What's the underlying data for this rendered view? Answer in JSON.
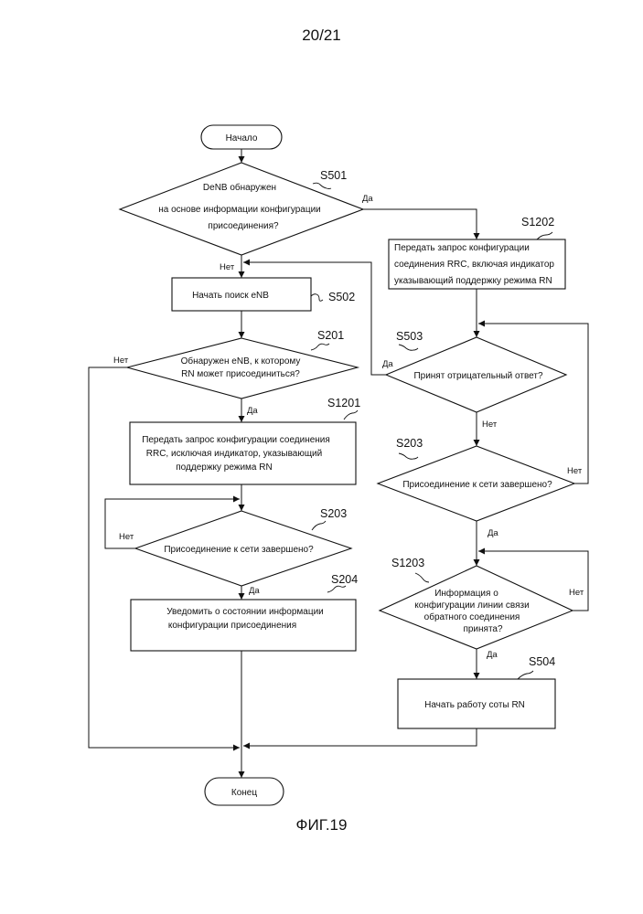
{
  "page": {
    "number": "20/21",
    "caption": "ФИГ.19"
  },
  "nodes": {
    "start": {
      "text": "Начало"
    },
    "s501": {
      "id": "S501",
      "lines": [
        "DeNB обнаружен",
        "на основе информации конфигурации",
        "присоединения?"
      ]
    },
    "s502": {
      "id": "S502",
      "lines": [
        "Начать поиск eNB"
      ]
    },
    "s201": {
      "id": "S201",
      "lines": [
        "Обнаружен eNB, к которому",
        "RN может присоединиться?"
      ]
    },
    "s1201": {
      "id": "S1201",
      "lines": [
        "Передать запрос конфигурации соединения",
        "RRC, исключая индикатор, указывающий",
        "поддержку режима RN"
      ]
    },
    "s203_left": {
      "id": "S203",
      "lines": [
        "Присоединение к сети завершено?"
      ]
    },
    "s204": {
      "id": "S204",
      "lines": [
        "Уведомить о состоянии информации",
        "конфигурации присоединения"
      ]
    },
    "s1202": {
      "id": "S1202",
      "lines": [
        "Передать запрос конфигурации",
        "соединения RRC, включая индикатор",
        "указывающий поддержку режима RN"
      ]
    },
    "s503": {
      "id": "S503",
      "lines": [
        "Принят отрицательный ответ?"
      ]
    },
    "s203_right": {
      "id": "S203",
      "lines": [
        "Присоединение к сети завершено?"
      ]
    },
    "s1203": {
      "id": "S1203",
      "lines": [
        "Информация о",
        "конфигурации линии связи",
        "обратного соединения",
        "принята?"
      ]
    },
    "s504": {
      "id": "S504",
      "lines": [
        "Начать работу соты RN"
      ]
    },
    "end": {
      "text": "Конец"
    }
  },
  "branches": {
    "s501_yes": "Да",
    "s501_no": "Нет",
    "s201_no": "Нет",
    "s201_yes": "Да",
    "s203_left_no": "Нет",
    "s203_left_yes": "Да",
    "s503_yes": "Да",
    "s503_no": "Нет",
    "s203_right_no": "Нет",
    "s203_right_yes": "Да",
    "s1203_no": "Нет",
    "s1203_yes": "Да"
  }
}
